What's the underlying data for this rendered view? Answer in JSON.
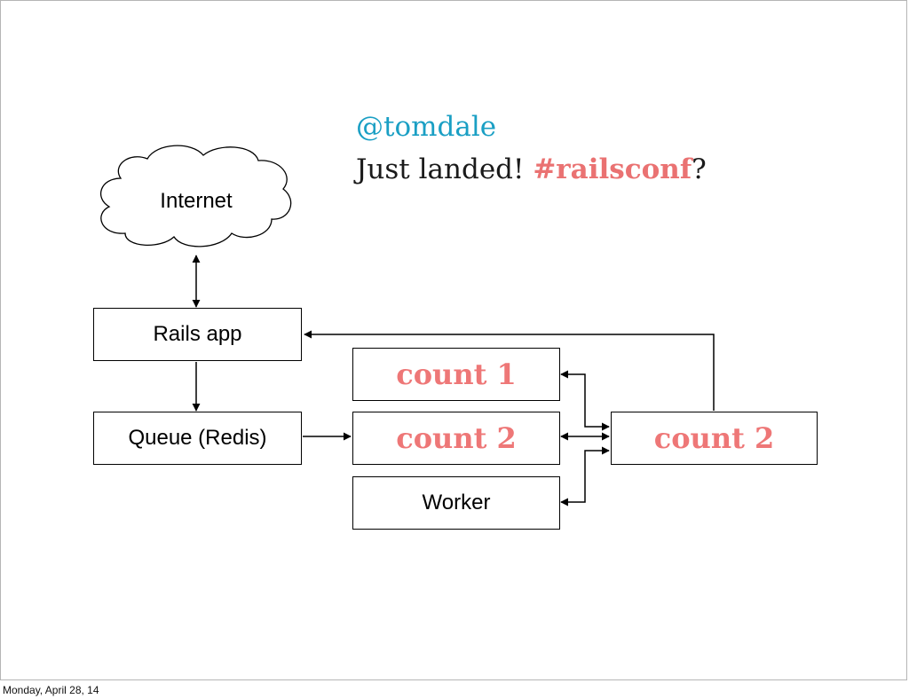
{
  "tweet": {
    "handle": "@tomdale",
    "text_before": "Just landed! ",
    "hashtag": "#railsconf",
    "text_after": "?"
  },
  "diagram": {
    "internet_label": "Internet",
    "rails_app_label": "Rails app",
    "queue_label": "Queue (Redis)",
    "worker_1_label": "count 1",
    "worker_2_label": "count 2",
    "worker_3_label": "Worker",
    "aggregator_label": "count 2"
  },
  "colors": {
    "handle": "#1a9fc4",
    "hashtag": "#ea7272",
    "count": "#ee7777"
  },
  "footer": {
    "date": "Monday, April 28, 14"
  }
}
